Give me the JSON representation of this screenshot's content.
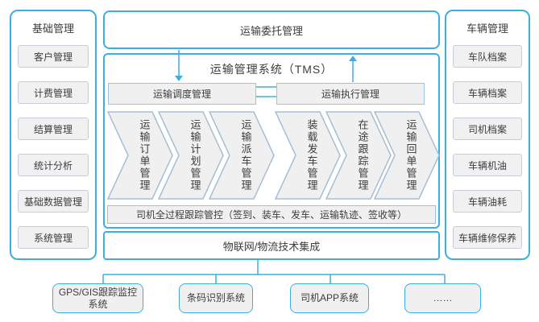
{
  "colors": {
    "accent": "#3bafe0",
    "box_fill": "#f0f0f0",
    "item_border": "#c5ced8",
    "chevron_outline": "#a6bed6",
    "text": "#3d3d3d"
  },
  "left_panel": {
    "title": "基础管理",
    "items": [
      "客户管理",
      "计费管理",
      "结算管理",
      "统计分析",
      "基础数据管理",
      "系统管理"
    ]
  },
  "right_panel": {
    "title": "车辆管理",
    "items": [
      "车队档案",
      "车辆档案",
      "司机档案",
      "车辆机油",
      "车辆油耗",
      "车辆维修保养"
    ]
  },
  "center": {
    "top_label": "运输委托管理",
    "tms_label": "运输管理系统（TMS）",
    "dispatch_label": "运输调度管理",
    "execution_label": "运输执行管理",
    "steps": [
      "运输订单管理",
      "运输计划管理",
      "运输派车管理",
      "装载发车管理",
      "在途跟踪管理",
      "运输回单管理"
    ],
    "driver_label": "司机全过程跟踪管控（签到、装车、发车、运输轨迹、签收等）",
    "integration_label": "物联网/物流技术集成"
  },
  "bottom": {
    "systems": [
      "GPS/GIS跟踪监控系统",
      "条码识别系统",
      "司机APP系统",
      "……"
    ]
  }
}
